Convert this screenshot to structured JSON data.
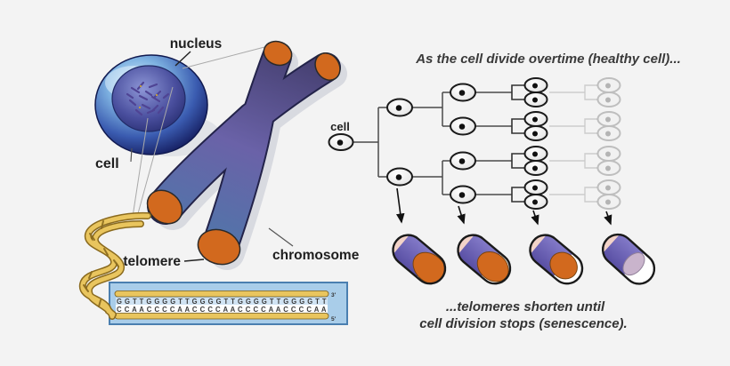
{
  "scene": {
    "left": {
      "nucleus_label": "nucleus",
      "cell_label": "cell",
      "telomere_label": "telomere",
      "chromosome_label": "chromosome"
    },
    "dna_box": {
      "top_strand": "G G T T G G G G T T G G G G T T G G G G T T G G G G T T",
      "bottom_strand": "C C A A C C C C A A C C C C A A C C C C A A C C C C A A",
      "top_end": "3'",
      "bottom_end": "5'"
    },
    "right": {
      "title": "As the cell divide overtime (healthy cell)...",
      "cell_label": "cell",
      "caption_line1": "...telomeres shorten until",
      "caption_line2": "cell division stops (senescence)."
    },
    "colors": {
      "background": "#f3f3f3",
      "telomere_orange": "#d2691e",
      "chromosome_purple": "#5f55a0",
      "chromosome_blue": "#4a7aaa",
      "cell_navy": "#1b2a70",
      "dna_gold": "#e9c55e",
      "sequence_box_blue": "#a9cde9",
      "faded_cell_gray": "#c0c0c0"
    }
  }
}
